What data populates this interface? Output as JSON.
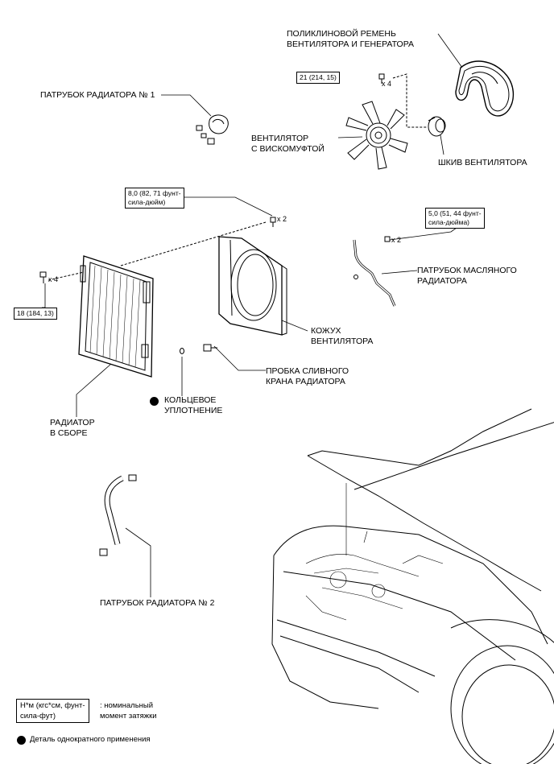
{
  "labels": {
    "belt_l1": "ПОЛИКЛИНОВОЙ РЕМЕНЬ",
    "belt_l2": "ВЕНТИЛЯТОРА И ГЕНЕРАТОРА",
    "hose1": "ПАТРУБОК РАДИАТОРА № 1",
    "fan_l1": "ВЕНТИЛЯТОР",
    "fan_l2": "С ВИСКОМУФТОЙ",
    "pulley": "ШКИВ ВЕНТИЛЯТОРА",
    "oilhose_l1": "ПАТРУБОК МАСЛЯНОГО",
    "oilhose_l2": "РАДИАТОРА",
    "shroud_l1": "КОЖУХ",
    "shroud_l2": "ВЕНТИЛЯТОРА",
    "drain_l1": "ПРОБКА СЛИВНОГО",
    "drain_l2": "КРАНА РАДИАТОРА",
    "oring_l1": "КОЛЬЦЕВОЕ",
    "oring_l2": "УПЛОТНЕНИЕ",
    "radiator_l1": "РАДИАТОР",
    "radiator_l2": "В СБОРЕ",
    "hose2": "ПАТРУБОК РАДИАТОРА № 2"
  },
  "torques": {
    "fan": "21 (214, 15)",
    "shroud_l1": "8,0 (82, 71 фунт-",
    "shroud_l2": "сила-дюйм)",
    "oil_l1": "5,0 (51, 44 фунт-",
    "oil_l2": "сила-дюйма)",
    "radiator": "18 (184, 13)"
  },
  "quantities": {
    "fan": "x 4",
    "shroud": "x 2",
    "oil": "x 2",
    "radiator": "x 4"
  },
  "legend": {
    "torque_box_l1": "Н*м (кгс*см, фунт-",
    "torque_box_l2": "сила-фут)",
    "torque_desc_l1": ": номинальный",
    "torque_desc_l2": "момент затяжки",
    "single_use": "Деталь однократного применения"
  }
}
